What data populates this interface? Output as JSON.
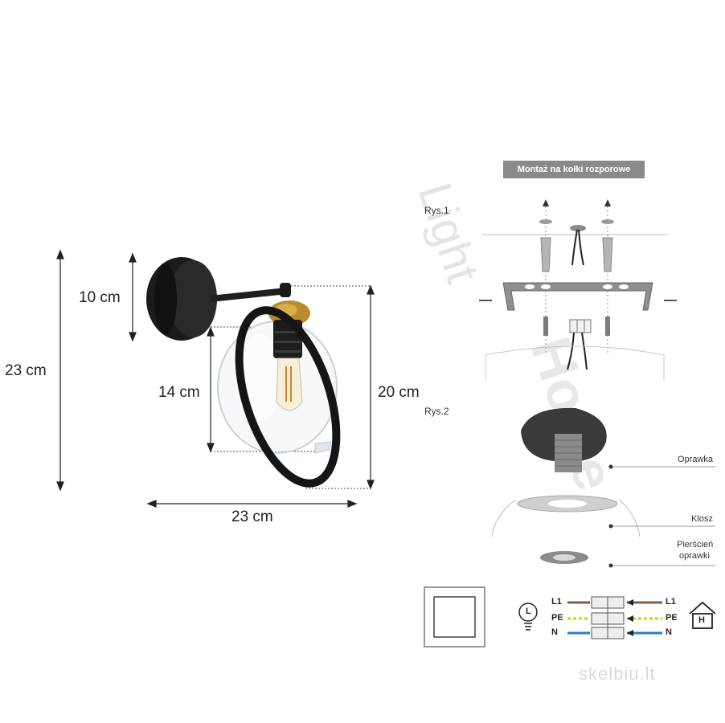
{
  "dimensions": {
    "base_height": "10 cm",
    "total_height": "23 cm",
    "globe_height": "14 cm",
    "ring_height": "20 cm",
    "total_width": "23 cm"
  },
  "mounting": {
    "banner": "Montaż na kołki rozporowe",
    "fig1": "Rys.1",
    "fig2": "Rys.2"
  },
  "parts": {
    "socket": "Oprawka",
    "shade": "Klosz",
    "ring_line1": "Pierścień",
    "ring_line2": "oprawki"
  },
  "wiring": {
    "left": [
      "L1",
      "PE",
      "N"
    ],
    "right": [
      "L1",
      "PE",
      "N"
    ],
    "colors": {
      "L1": "#8b5a3c",
      "PE": "#c8d400",
      "N": "#2a7fc4"
    },
    "bulb_letter": "L",
    "house_letter": "H"
  },
  "watermark": "skelbiu.lt"
}
